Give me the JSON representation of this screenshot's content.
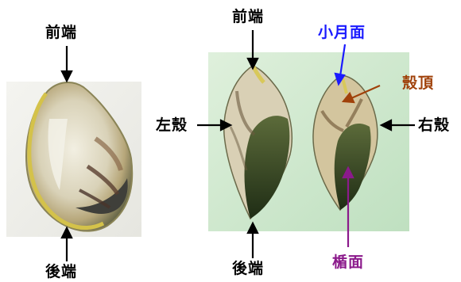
{
  "labels": {
    "left_front": "前端",
    "left_back": "後端",
    "right_front": "前端",
    "right_back": "後端",
    "left_valve": "左殼",
    "right_valve": "右殼",
    "lunule": "小月面",
    "umbo": "殼頂",
    "escutcheon": "楯面"
  },
  "colors": {
    "lunule": "#1a1aff",
    "umbo": "#a0410a",
    "escutcheon": "#8b1a8b",
    "text": "#000000",
    "photo_background": "#c9e6c9"
  }
}
